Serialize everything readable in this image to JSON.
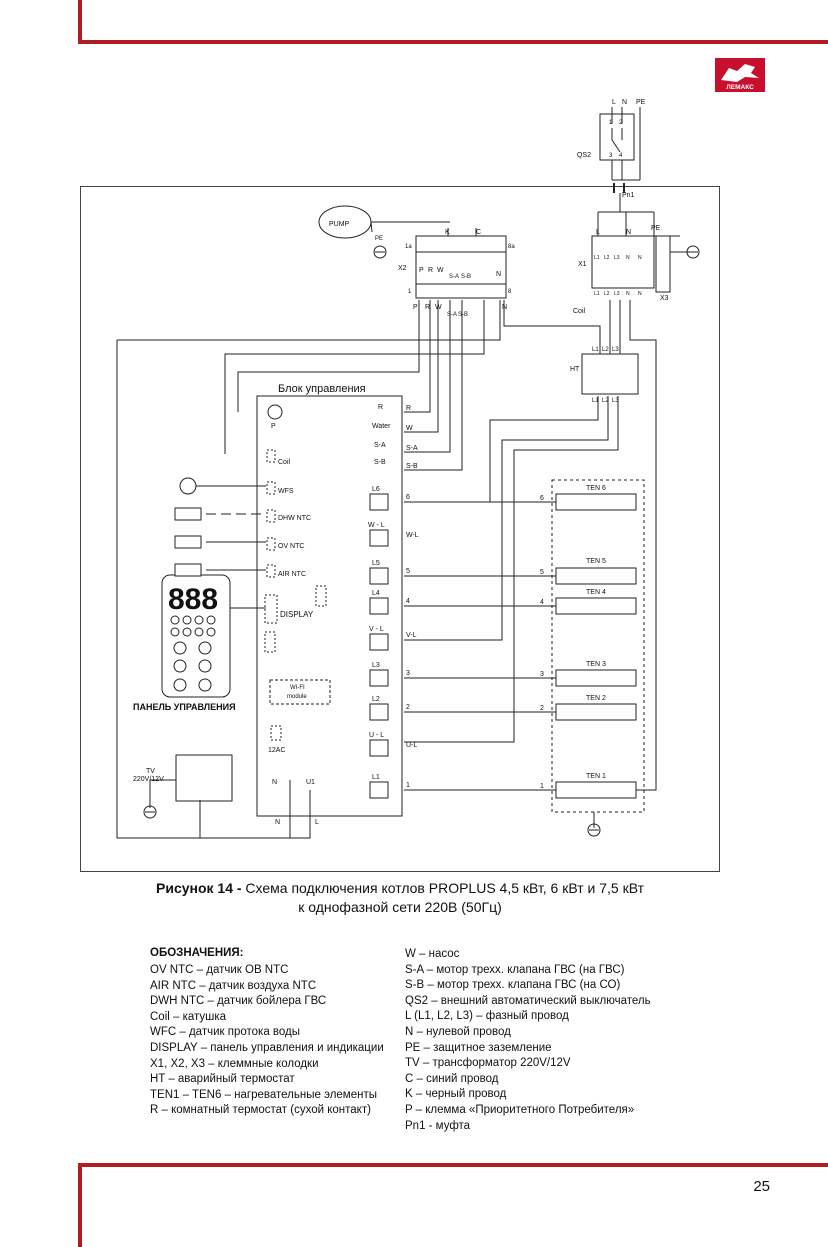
{
  "brand": {
    "logo_text": "ЛЕМАКС"
  },
  "page_number": "25",
  "caption": {
    "label": "Рисунок 14 -",
    "line1": " Схема подключения котлов PROPLUS 4,5 кВт, 6 кВт и 7,5 кВт",
    "line2": "к однофазной сети 220В (50Гц)"
  },
  "legend": {
    "title": "ОБОЗНАЧЕНИЯ:",
    "left": [
      "OV NTC – датчик ОВ NTC",
      "AIR NTC – датчик воздуха NTC",
      "DWH NTC – датчик бойлера ГВС",
      "Coil – катушка",
      "WFC – датчик протока воды",
      "DISPLAY – панель управления и индикации",
      "X1, X2, X3 – клеммные колодки",
      "HT – аварийный термостат",
      "TEN1 – TEN6 – нагревательные элементы",
      "R – комнатный термостат (сухой контакт)"
    ],
    "right": [
      "W – насос",
      "S-A – мотор трехх. клапана ГВС (на ГВС)",
      "S-B – мотор трехх. клапана ГВС (на СО)",
      "QS2 – внешний автоматический выключатель",
      "L (L1, L2, L3) – фазный провод",
      "N – нулевой провод",
      "PE – защитное заземление",
      "TV – трансформатор 220V/12V",
      "C – синий провод",
      "K – черный провод",
      "P – клемма «Приоритетного Потребителя»",
      "Pn1 - муфта"
    ]
  },
  "diagram": {
    "qs2": {
      "label": "QS2",
      "L": "L",
      "N": "N",
      "PE": "PE",
      "t1": "1",
      "t2": "2",
      "t3": "3",
      "t4": "4"
    },
    "pn1": "Pn1",
    "pump": "PUMP",
    "pe": "PE",
    "x2": {
      "label": "X2",
      "top_left": "1a",
      "top_right": "8a",
      "bot_left": "1",
      "bot_right": "8",
      "K": "K",
      "C": "C",
      "terms": [
        "P",
        "R",
        "W",
        "S-A",
        "S-B",
        "",
        "",
        "N"
      ]
    },
    "x1": {
      "label": "X1",
      "L": "L",
      "N": "N",
      "PE": "PE",
      "sub": [
        "L1",
        "L2",
        "L3",
        "N",
        "N"
      ]
    },
    "x3": "X3",
    "coil_label": "Coil",
    "ht": {
      "label": "HT",
      "top": [
        "L1",
        "L2",
        "L3"
      ],
      "bottom": [
        "L1",
        "L2",
        "L3"
      ]
    },
    "control_unit": {
      "title": "Блок управления",
      "P": "P",
      "coil": "Coil",
      "wfs": "WFS",
      "dhw": "DHW NTC",
      "ov": "OV NTC",
      "air": "AIR NTC",
      "display": "DISPLAY",
      "wifi1": "WI-FI",
      "wifi2": "module",
      "ac": "12AC",
      "n": "N",
      "u1": "U1",
      "R": "R",
      "water": "Water",
      "SA": "S-A",
      "SB": "S-B",
      "terms": [
        "L6",
        "W - L",
        "L5",
        "L4",
        "V - L",
        "L3",
        "L2",
        "U - L",
        "L1"
      ],
      "wire_labels": [
        "6",
        "W-L",
        "5",
        "4",
        "V-L",
        "3",
        "2",
        "U-L",
        "1"
      ],
      "sig": [
        "R",
        "W",
        "S-A",
        "S-B"
      ]
    },
    "panel": {
      "digits": "888",
      "label": "ПАНЕЛЬ УПРАВЛЕНИЯ"
    },
    "tv": {
      "l1": "TV",
      "l2": "220V/12V"
    },
    "bottom_n": "N",
    "bottom_l": "L",
    "tens": [
      {
        "label": "TEN 6",
        "num": "6"
      },
      {
        "label": "TEN 5",
        "num": "5"
      },
      {
        "label": "TEN 4",
        "num": "4"
      },
      {
        "label": "TEN 3",
        "num": "3"
      },
      {
        "label": "TEN 2",
        "num": "2"
      },
      {
        "label": "TEN 1",
        "num": "1"
      }
    ]
  }
}
